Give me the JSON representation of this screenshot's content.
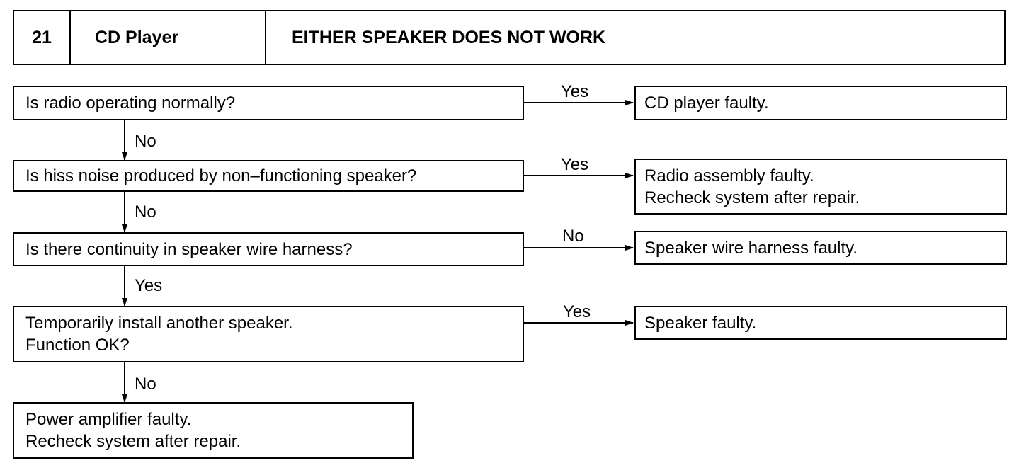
{
  "header": {
    "number": "21",
    "component": "CD Player",
    "symptom": "EITHER SPEAKER DOES NOT WORK"
  },
  "flow": {
    "q1": "Is radio operating normally?",
    "q1_right_label": "Yes",
    "r1": "CD player faulty.",
    "q1_down_label": "No",
    "q2": "Is hiss noise produced by non–functioning speaker?",
    "q2_right_label": "Yes",
    "r2_line1": "Radio assembly faulty.",
    "r2_line2": "Recheck system after repair.",
    "q2_down_label": "No",
    "q3": "Is there continuity in speaker wire harness?",
    "q3_right_label": "No",
    "r3": "Speaker wire harness faulty.",
    "q3_down_label": "Yes",
    "q4_line1": "Temporarily install another speaker.",
    "q4_line2": "Function OK?",
    "q4_right_label": "Yes",
    "r4": "Speaker faulty.",
    "q4_down_label": "No",
    "end_line1": "Power amplifier faulty.",
    "end_line2": "Recheck system after repair."
  }
}
